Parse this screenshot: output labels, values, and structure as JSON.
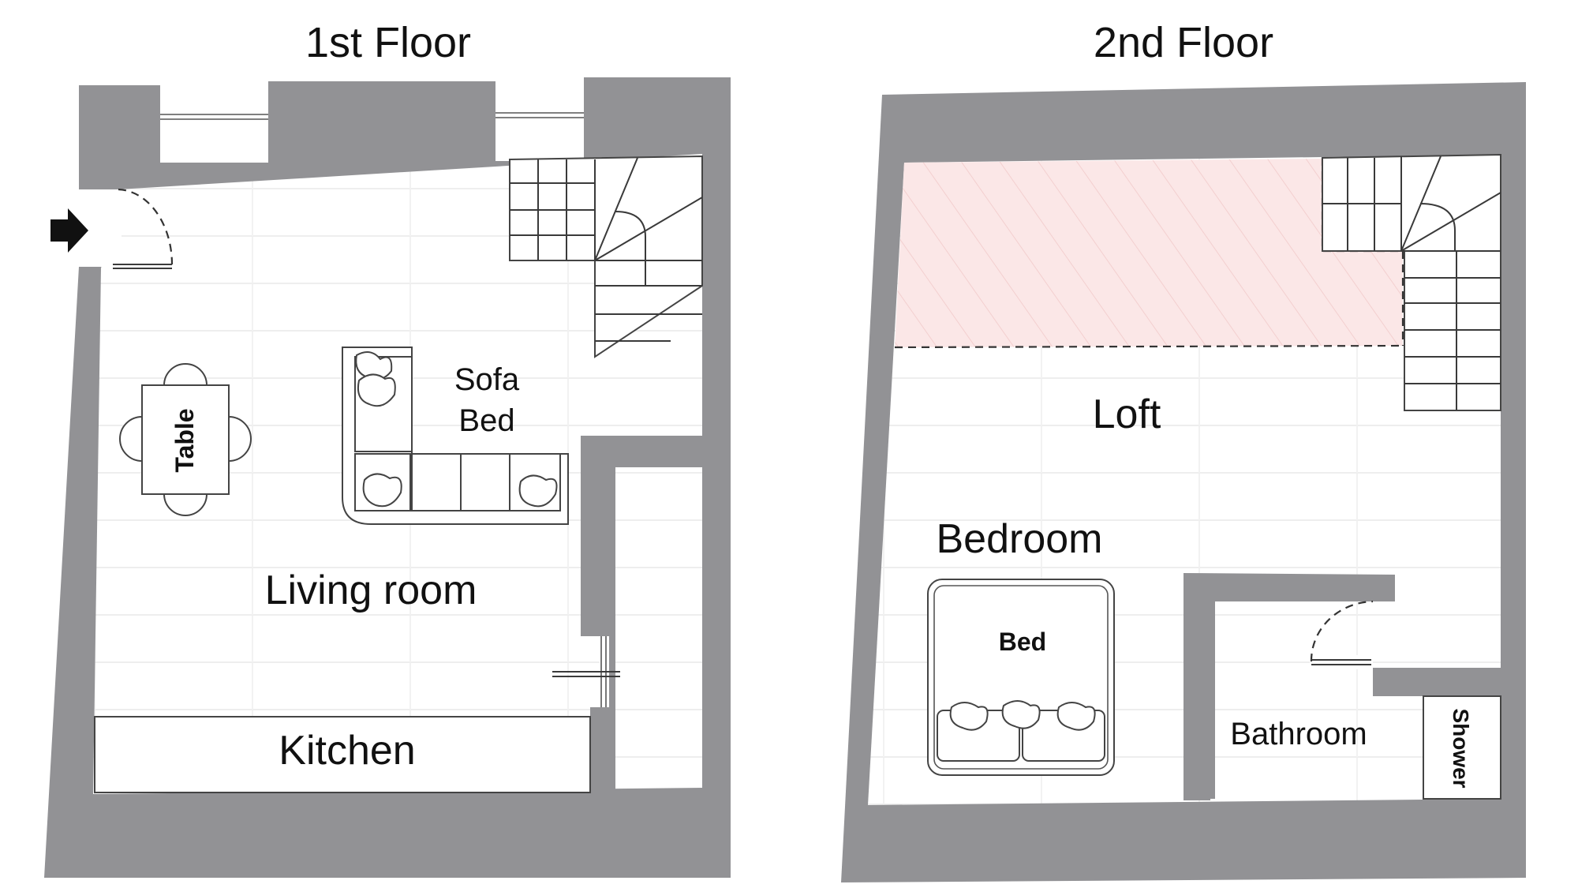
{
  "floors": [
    {
      "title": "1st Floor",
      "rooms": {
        "living_room": "Living room",
        "kitchen": "Kitchen",
        "sofa_bed_line1": "Sofa",
        "sofa_bed_line2": "Bed",
        "table": "Table"
      }
    },
    {
      "title": "2nd Floor",
      "rooms": {
        "loft": "Loft",
        "bedroom": "Bedroom",
        "bed": "Bed",
        "bathroom": "Bathroom",
        "shower": "Shower"
      }
    }
  ],
  "colors": {
    "wall": "#929295",
    "loft_void": "#fbe7e7",
    "lines": "#3a3a3a"
  },
  "icons": [
    "entrance-arrow-icon"
  ]
}
